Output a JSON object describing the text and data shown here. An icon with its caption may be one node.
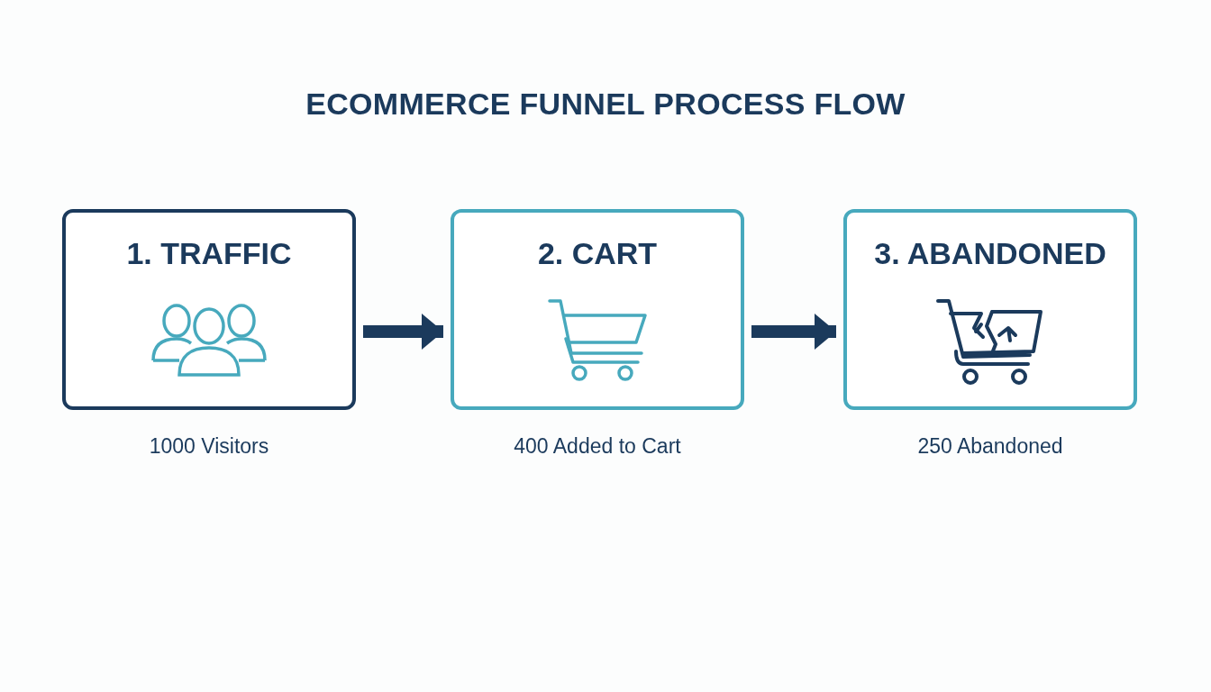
{
  "diagram": {
    "title": "ECOMMERCE FUNNEL PROCESS FLOW",
    "nodes": [
      {
        "text": [
          "1. TRAFFIC"
        ],
        "beside": [
          "1000 Visitors"
        ]
      },
      {
        "text": [
          "2. CART"
        ],
        "beside": [
          "400 Added to Cart"
        ]
      },
      {
        "text": [
          "3. ABANDONED"
        ],
        "beside": [
          "250 Abandoned"
        ]
      }
    ],
    "edges": [
      {
        "from": 0,
        "to": 1,
        "arrow": "to"
      },
      {
        "from": 1,
        "to": 2,
        "arrow": "to"
      }
    ]
  }
}
